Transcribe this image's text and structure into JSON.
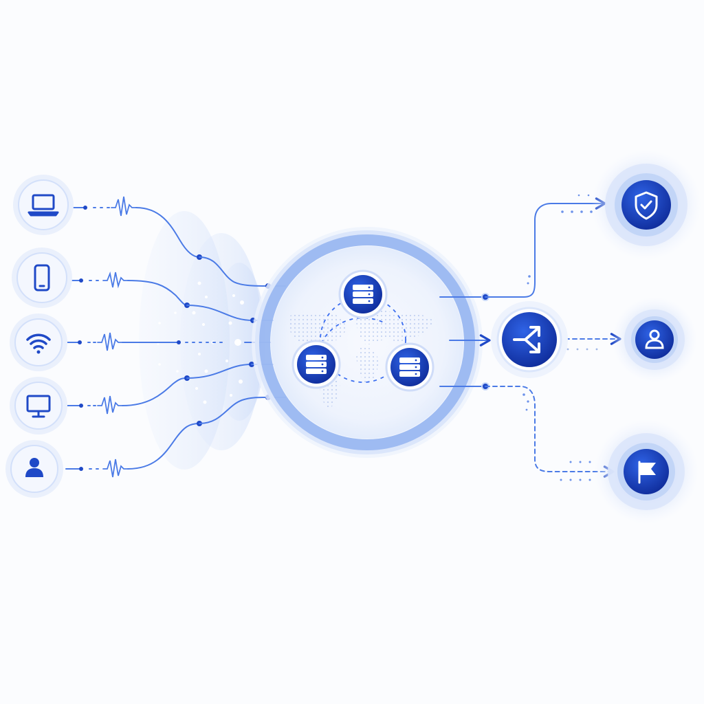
{
  "diagram": {
    "colors": {
      "primary": "#1f49c7",
      "primary_dark": "#0f2c9a",
      "accent": "#3a6df0",
      "line": "#4a7ae6",
      "soft_ring": "#dbe6fb",
      "lens": "#c7d8f8",
      "background": "#fbfcfe"
    },
    "input_nodes": [
      {
        "id": "laptop",
        "icon": "laptop-icon"
      },
      {
        "id": "smartphone",
        "icon": "smartphone-icon"
      },
      {
        "id": "wifi",
        "icon": "wifi-icon"
      },
      {
        "id": "monitor",
        "icon": "monitor-icon"
      },
      {
        "id": "user",
        "icon": "user-icon"
      }
    ],
    "hub": {
      "icon": "world-map-icon",
      "servers": [
        {
          "id": "server-top",
          "icon": "server-icon"
        },
        {
          "id": "server-left",
          "icon": "server-icon"
        },
        {
          "id": "server-right",
          "icon": "server-icon"
        }
      ]
    },
    "router": {
      "icon": "split-arrows-icon"
    },
    "output_nodes": [
      {
        "id": "security",
        "icon": "shield-check-icon"
      },
      {
        "id": "account",
        "icon": "user-icon"
      },
      {
        "id": "report",
        "icon": "flag-icon"
      }
    ]
  }
}
